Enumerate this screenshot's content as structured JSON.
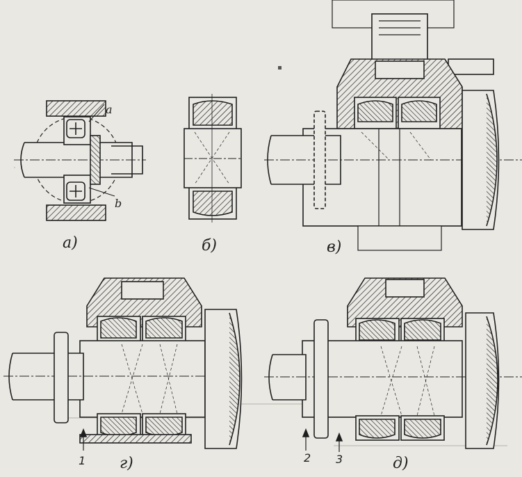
{
  "figure_labels": {
    "a": "а)",
    "b": "б)",
    "v": "в)",
    "g": "г)",
    "d": "д)"
  },
  "point_labels": {
    "a": "a",
    "b": "b"
  },
  "callouts": {
    "one": "1",
    "two": "2",
    "three": "3"
  },
  "colors": {
    "paper": "#e9e8e3",
    "ink": "#1f1f1f"
  }
}
